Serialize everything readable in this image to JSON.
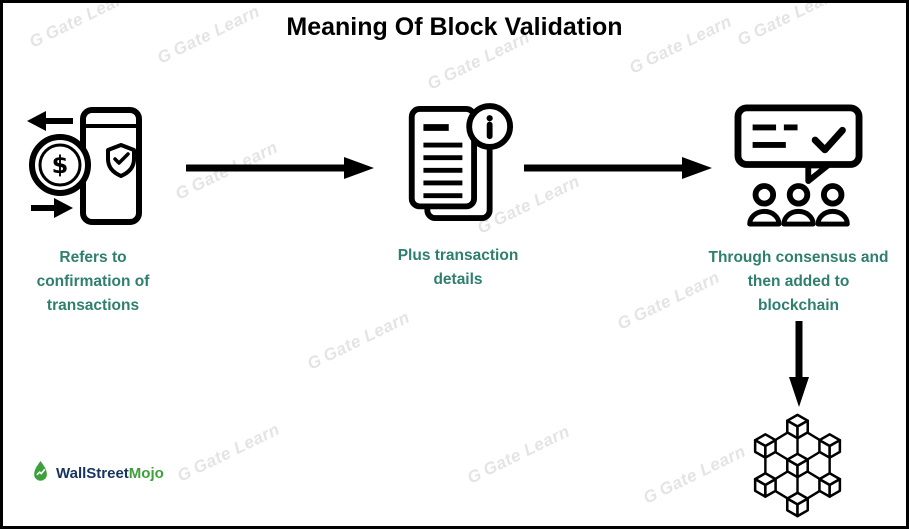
{
  "title": "Meaning Of Block Validation",
  "steps": [
    {
      "caption": "Refers to confirmation of transactions"
    },
    {
      "caption": "Plus transaction details"
    },
    {
      "caption": "Through consensus and then added to blockchain"
    }
  ],
  "icons": {
    "dollar": "$"
  },
  "watermark": {
    "logo": "G",
    "text": "Gate Learn"
  },
  "logo": {
    "first": "WallStreet",
    "second": "Mojo"
  },
  "colors": {
    "caption": "#2e7f6e",
    "ink": "#000000",
    "logo_navy": "#17345f",
    "logo_green": "#3da03b",
    "watermark": "#cfcfcf"
  }
}
